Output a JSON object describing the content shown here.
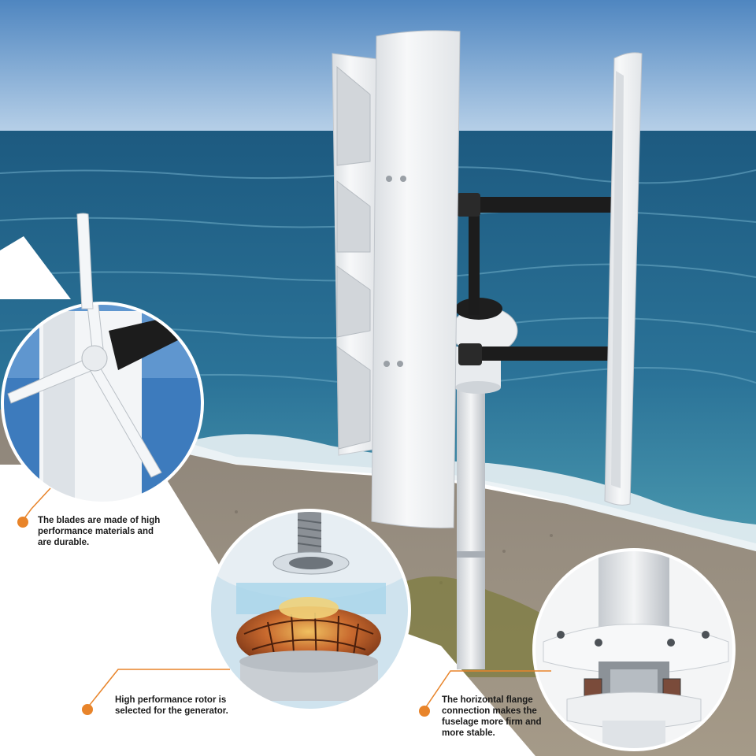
{
  "colors": {
    "accent": "#e8842a",
    "sky_top": "#5b8fc7",
    "sky_bottom": "#b9d3ea",
    "sea": "#1f5f86",
    "turbine_white": "#f1f3f5",
    "arm_black": "#1c1c1c"
  },
  "callouts": [
    {
      "text": "The blades are made of high\nperformance materials and\nare durable."
    },
    {
      "text": "High performance rotor is\nselected for the generator."
    },
    {
      "text": "The horizontal flange\nconnection makes the\nfuselage more firm and\nmore stable."
    }
  ],
  "insets": [
    {
      "subject": "blade-detail"
    },
    {
      "subject": "rotor-detail"
    },
    {
      "subject": "flange-detail"
    }
  ]
}
